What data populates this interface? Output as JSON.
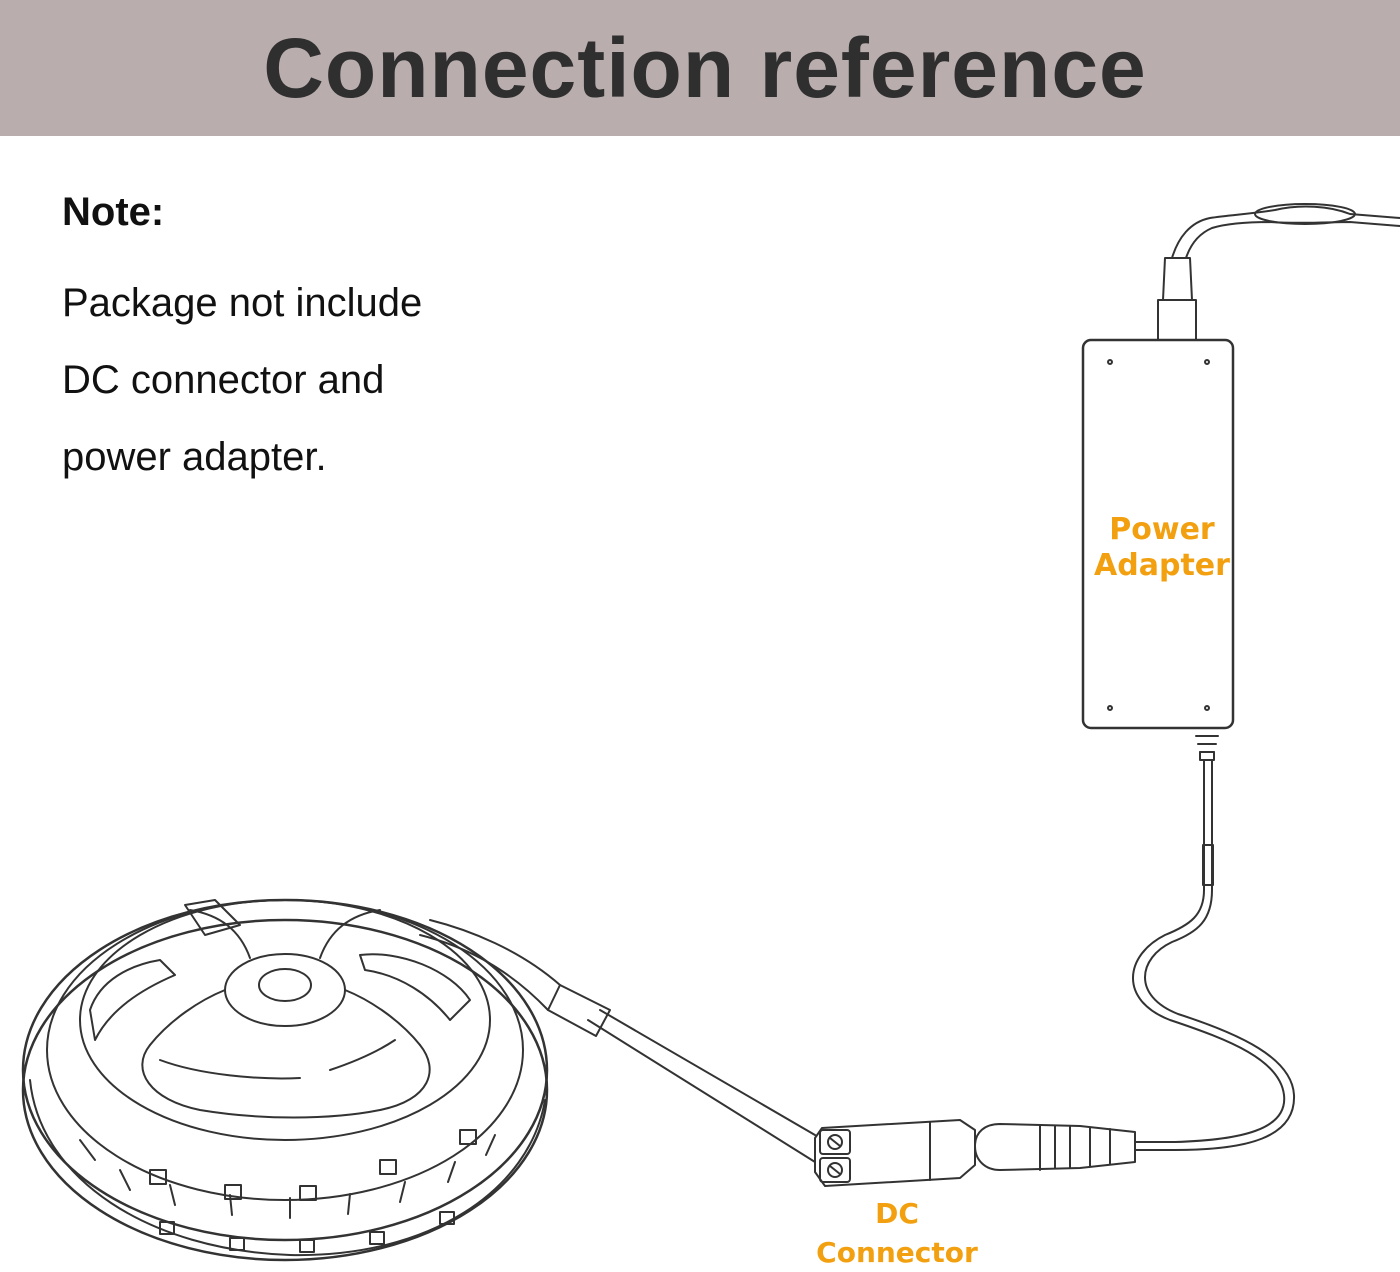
{
  "header": {
    "title": "Connection reference"
  },
  "note": {
    "heading": "Note:",
    "lines": [
      "Package not include",
      "DC connector and",
      "power adapter."
    ]
  },
  "labels": {
    "power_adapter": [
      "Power",
      "Adapter"
    ],
    "dc_connector": [
      "DC",
      "Connector"
    ]
  },
  "colors": {
    "banner": "#b9adae",
    "label": "#f2a00f",
    "title": "#2f2f2f"
  }
}
